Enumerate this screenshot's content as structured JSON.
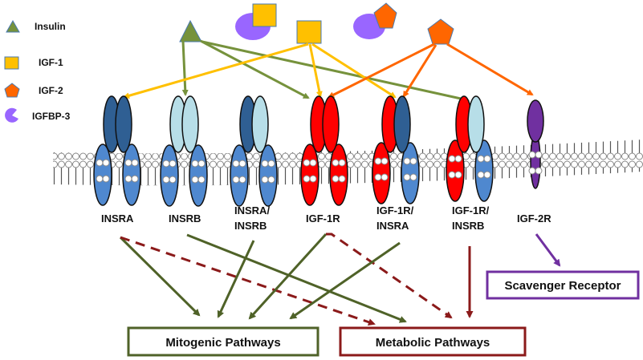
{
  "legend": [
    {
      "label": "Insulin",
      "icon": "triangle",
      "color": "#76923c"
    },
    {
      "label": "IGF-1",
      "icon": "square",
      "color": "#ffc000"
    },
    {
      "label": "IGF-2",
      "icon": "pentagon",
      "color": "#ff6600"
    },
    {
      "label": "IGFBP-3",
      "icon": "pacman",
      "color": "#9966ff"
    }
  ],
  "ligands": [
    {
      "name": "Insulin",
      "shape": "triangle"
    },
    {
      "name": "IGF-1/IGFBP-3 complex",
      "shape": "square+ellipse"
    },
    {
      "name": "IGF-1",
      "shape": "square"
    },
    {
      "name": "IGF-2/IGFBP-3 complex",
      "shape": "pentagon+ellipse"
    },
    {
      "name": "IGF-2",
      "shape": "pentagon"
    }
  ],
  "receptors": [
    {
      "id": "insra",
      "label_lines": [
        "INSRA"
      ],
      "alpha": [
        "#2f5f93",
        "#2f5f93"
      ],
      "beta": [
        "#4f88cf",
        "#4f88cf"
      ]
    },
    {
      "id": "insrb",
      "label_lines": [
        "INSRB"
      ],
      "alpha": [
        "#b7dee8",
        "#b7dee8"
      ],
      "beta": [
        "#4f88cf",
        "#4f88cf"
      ]
    },
    {
      "id": "insra-insrb",
      "label_lines": [
        "INSRA/",
        "INSRB"
      ],
      "alpha": [
        "#2f5f93",
        "#b7dee8"
      ],
      "beta": [
        "#4f88cf",
        "#4f88cf"
      ]
    },
    {
      "id": "igf1r",
      "label_lines": [
        "IGF-1R"
      ],
      "alpha": [
        "#ff0000",
        "#ff0000"
      ],
      "beta": [
        "#ff0000",
        "#ff0000"
      ]
    },
    {
      "id": "igf1r-insra",
      "label_lines": [
        "IGF-1R/",
        "INSRA"
      ],
      "alpha": [
        "#ff0000",
        "#2f5f93"
      ],
      "beta": [
        "#ff0000",
        "#4f88cf"
      ]
    },
    {
      "id": "igf1r-insrb",
      "label_lines": [
        "IGF-1R/",
        "INSRB"
      ],
      "alpha": [
        "#ff0000",
        "#b7dee8"
      ],
      "beta": [
        "#ff0000",
        "#4f88cf"
      ]
    },
    {
      "id": "igf2r",
      "label_lines": [
        "IGF-2R"
      ],
      "alpha": [
        "#7030a0"
      ],
      "beta": [
        "#7030a0"
      ]
    }
  ],
  "ligand_arrows": [
    {
      "from": "Insulin",
      "to": "insrb",
      "color": "#76923c"
    },
    {
      "from": "Insulin",
      "to": "igf1r",
      "color": "#76923c"
    },
    {
      "from": "Insulin",
      "to": "igf1r-insrb",
      "color": "#76923c"
    },
    {
      "from": "IGF-1",
      "to": "insra",
      "color": "#ffc000"
    },
    {
      "from": "IGF-1",
      "to": "igf1r",
      "color": "#ffc000"
    },
    {
      "from": "IGF-1",
      "to": "igf1r-insra",
      "color": "#ffc000"
    },
    {
      "from": "IGF-2",
      "to": "igf1r",
      "color": "#ff6600"
    },
    {
      "from": "IGF-2",
      "to": "igf1r-insra",
      "color": "#ff6600"
    },
    {
      "from": "IGF-2",
      "to": "igf2r",
      "color": "#ff6600"
    }
  ],
  "outcomes": {
    "mitogenic": {
      "label": "Mitogenic Pathways",
      "color": "#4f6228"
    },
    "metabolic": {
      "label": "Metabolic Pathways",
      "color": "#8b1a1a"
    },
    "scavenger": {
      "label": "Scavenger Receptor",
      "color": "#7030a0"
    }
  },
  "pathway_arrows": [
    {
      "from": "insra",
      "to": "mitogenic",
      "style": "solid"
    },
    {
      "from": "insra",
      "to": "metabolic",
      "style": "dashed"
    },
    {
      "from": "insrb",
      "to": "metabolic",
      "style": "solid"
    },
    {
      "from": "insra-insrb",
      "to": "mitogenic",
      "style": "solid"
    },
    {
      "from": "igf1r",
      "to": "mitogenic",
      "style": "solid"
    },
    {
      "from": "igf1r",
      "to": "metabolic",
      "style": "dashed"
    },
    {
      "from": "igf1r-insra",
      "to": "mitogenic",
      "style": "solid"
    },
    {
      "from": "igf1r-insrb",
      "to": "metabolic",
      "style": "solid"
    },
    {
      "from": "igf2r",
      "to": "scavenger",
      "style": "solid"
    }
  ]
}
